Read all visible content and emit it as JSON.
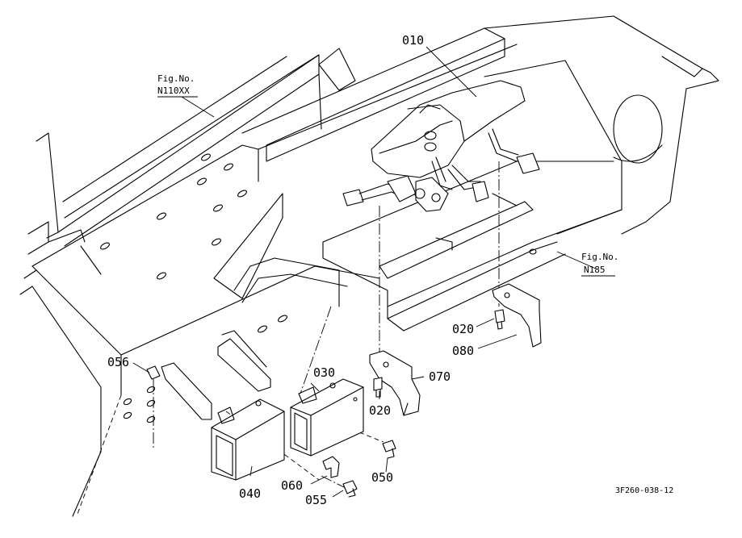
{
  "diagram": {
    "figure_refs": [
      {
        "line1": "Fig.No.",
        "line2": "N110XX"
      },
      {
        "line1": "Fig.No.",
        "line2": "N185"
      }
    ],
    "parts": [
      {
        "number": "010"
      },
      {
        "number": "020"
      },
      {
        "number": "020"
      },
      {
        "number": "030"
      },
      {
        "number": "040"
      },
      {
        "number": "050"
      },
      {
        "number": "055"
      },
      {
        "number": "056"
      },
      {
        "number": "060"
      },
      {
        "number": "070"
      },
      {
        "number": "080"
      }
    ],
    "drawing_code": "3F260-038-12"
  }
}
